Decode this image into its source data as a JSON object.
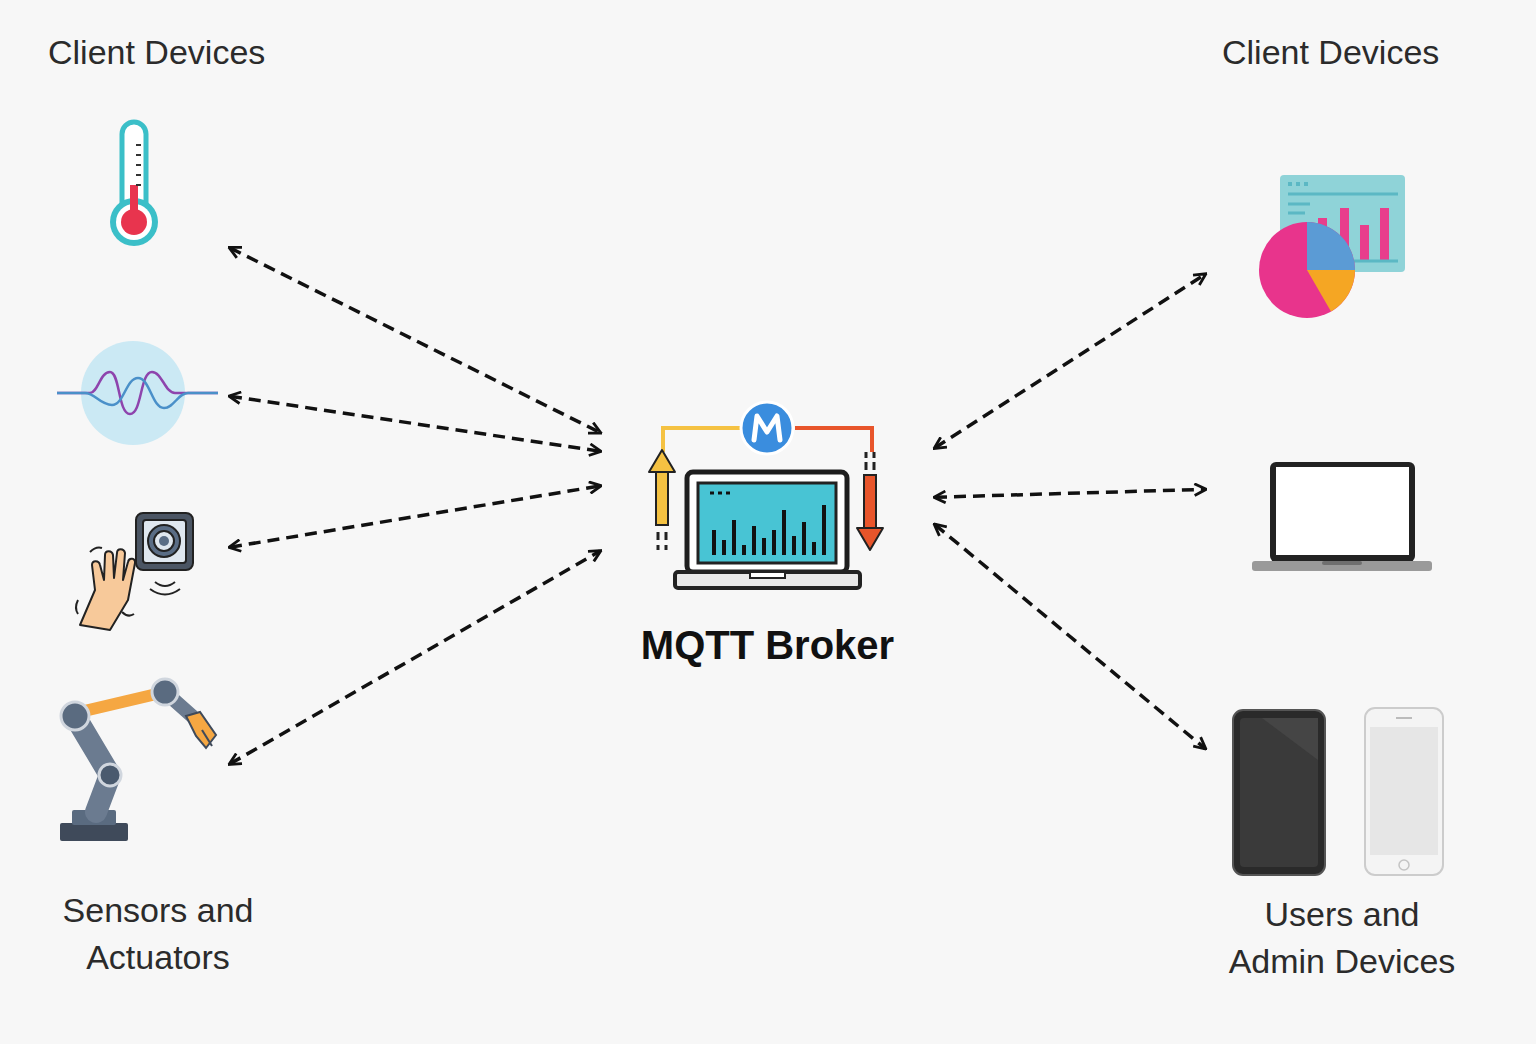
{
  "diagram": {
    "nodes": [
      {
        "text": [
          "Client Devices",
          "Sensors and Actuators"
        ]
      },
      {
        "text": [
          "MQTT Broker"
        ]
      },
      {
        "text": [
          "Client Devices",
          "Users and Admin Devices"
        ]
      }
    ],
    "edges": [
      {
        "from": 0,
        "to": 1,
        "arrow": "both"
      },
      {
        "from": 0,
        "to": 1,
        "arrow": "both"
      },
      {
        "from": 0,
        "to": 1,
        "arrow": "both"
      },
      {
        "from": 0,
        "to": 1,
        "arrow": "both"
      },
      {
        "from": 1,
        "to": 2,
        "arrow": "both"
      },
      {
        "from": 1,
        "to": 2,
        "arrow": "both"
      },
      {
        "from": 1,
        "to": 2,
        "arrow": "both"
      }
    ]
  }
}
